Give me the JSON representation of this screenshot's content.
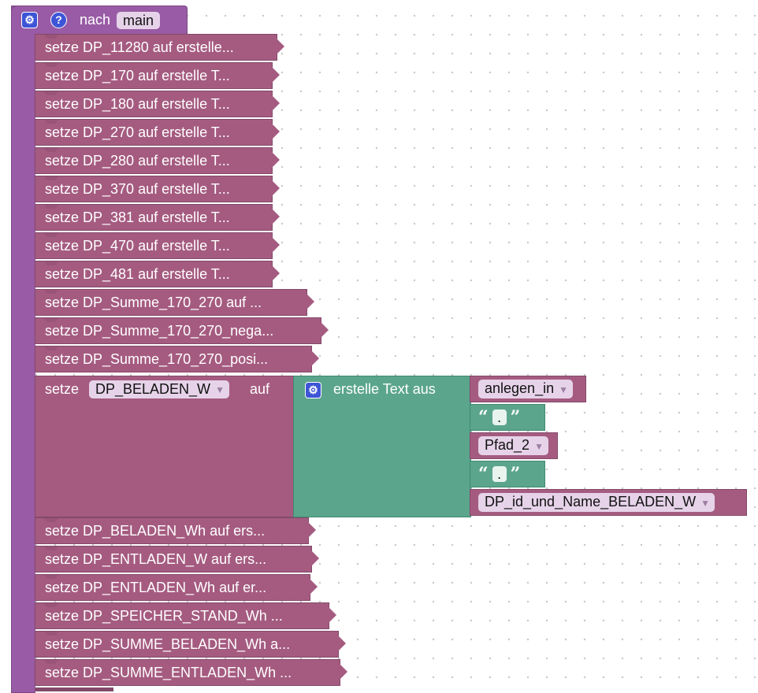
{
  "procedure": {
    "prefix": "nach",
    "name": "main"
  },
  "rows_top": [
    "setze DP_11280 auf erstelle...",
    "setze DP_170 auf erstelle T...",
    "setze DP_180 auf erstelle T...",
    "setze DP_270 auf erstelle T...",
    "setze DP_280 auf erstelle T...",
    "setze DP_370 auf erstelle T...",
    "setze DP_381 auf erstelle T...",
    "setze DP_470 auf erstelle T...",
    "setze DP_481 auf erstelle T...",
    "setze DP_Summe_170_270 auf ...",
    "setze DP_Summe_170_270_nega...",
    "setze DP_Summe_170_270_posi..."
  ],
  "expanded_row": {
    "set_label": "setze",
    "variable": "DP_BELADEN_W",
    "to_label": "auf",
    "join_label": "erstelle Text aus",
    "inputs": {
      "var1": "anlegen_in",
      "text1": ".",
      "var2": "Pfad_2",
      "text2": ".",
      "var3": "DP_id_und_Name_BELADEN_W"
    }
  },
  "rows_bottom": [
    "setze DP_BELADEN_Wh auf ers...",
    "setze DP_ENTLADEN_W auf ers...",
    "setze DP_ENTLADEN_Wh auf er...",
    "setze DP_SPEICHER_STAND_Wh ...",
    "setze DP_SUMME_BELADEN_Wh a...",
    "setze DP_SUMME_ENTLADEN_Wh ..."
  ],
  "icons": {
    "gear": "gear-icon",
    "help": "help-icon",
    "dropdown": "dropdown-arrow-icon"
  },
  "colors": {
    "procedure": "#995ba5",
    "variable_block": "#a55b80",
    "text_block": "#5ba58c",
    "icon_blue": "#3d55d6"
  }
}
